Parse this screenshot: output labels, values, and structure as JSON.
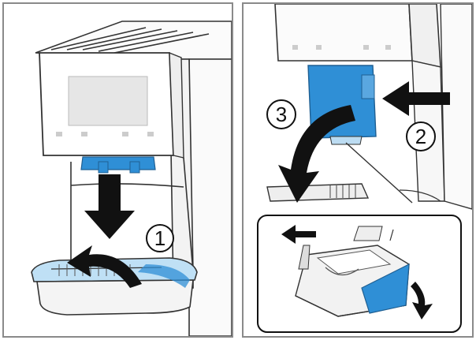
{
  "colors": {
    "accent_blue": "#2f8fd6",
    "outline": "#333333",
    "arrow": "#1a1a1a",
    "frame": "#8a8a8a"
  },
  "icons": [
    "down-arrow-icon",
    "curved-arrow-icon",
    "left-arrow-icon",
    "small-arrow-icon"
  ],
  "steps": {
    "step1": "1",
    "step2": "2",
    "step3": "3"
  }
}
